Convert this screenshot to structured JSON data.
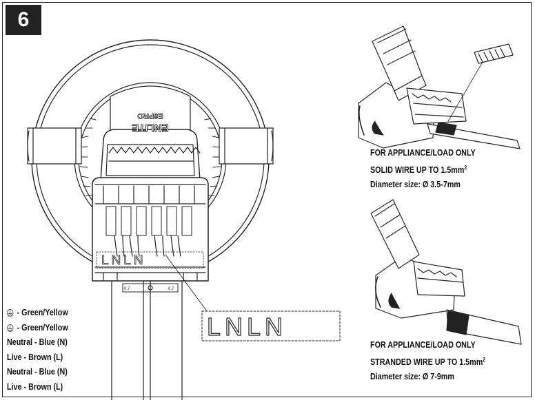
{
  "step_number": "6",
  "legend": {
    "items": [
      {
        "text": " - Green/Yellow",
        "earth_symbol": true
      },
      {
        "text": " - Green/Yellow",
        "earth_symbol": true
      },
      {
        "text": "Neutral - Blue (N)",
        "earth_symbol": false
      },
      {
        "text": "Live - Brown (L)",
        "earth_symbol": false
      },
      {
        "text": "Neutral - Blue (N)",
        "earth_symbol": false
      },
      {
        "text": "Live - Brown (L)",
        "earth_symbol": false
      }
    ]
  },
  "product_label": {
    "brand": "ENLITE",
    "model": "E6PRO"
  },
  "terminal_label": "LNLN",
  "terminal_markings": [
    "0.7",
    "0.7"
  ],
  "solid_caption": {
    "line1": "FOR APPLIANCE/LOAD ONLY",
    "line2": "SOLID WIRE UP TO 1.5mm",
    "sup": "2",
    "line3": "Diameter size: Ø 3.5-7mm"
  },
  "stranded_caption": {
    "line1": "FOR APPLIANCE/LOAD ONLY",
    "line2": "STRANDED WIRE UP TO 1.5mm",
    "sup": "2",
    "line3": "Diameter size: Ø 7-9mm"
  }
}
